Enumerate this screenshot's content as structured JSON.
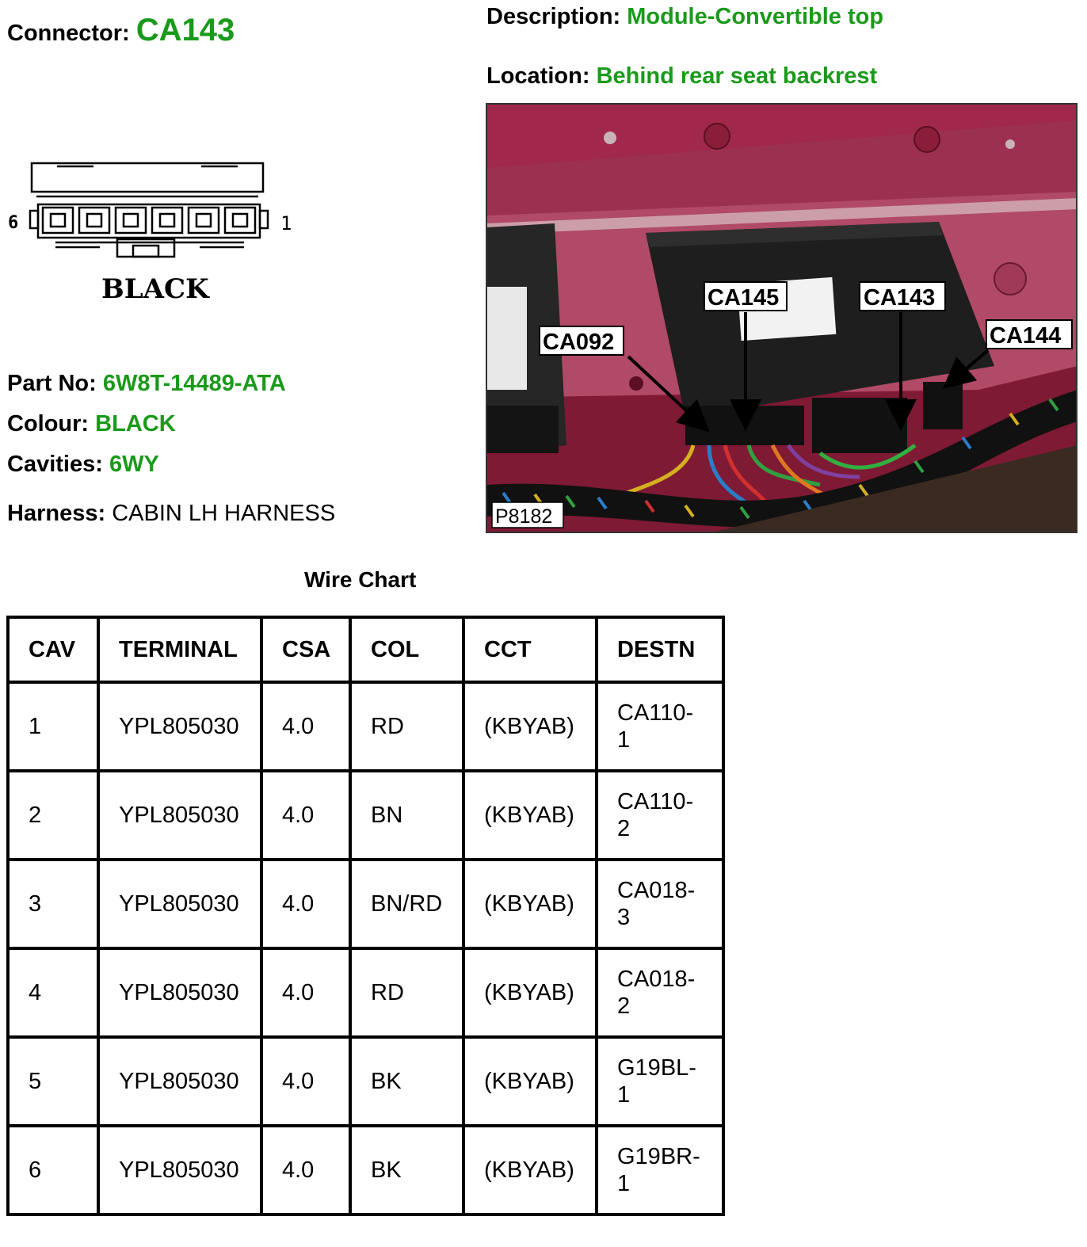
{
  "header": {
    "connector_label": "Connector:",
    "connector_value": "CA143",
    "description_label": "Description:",
    "description_value": "Module-Convertible top",
    "location_label": "Location:",
    "location_value": "Behind rear seat backrest"
  },
  "diagram": {
    "pin_left": "6",
    "pin_right": "1",
    "colour_text": "BLACK"
  },
  "details": {
    "part_no_label": "Part No:",
    "part_no_value": "6W8T-14489-ATA",
    "colour_label": "Colour:",
    "colour_value": "BLACK",
    "cavities_label": "Cavities:",
    "cavities_value": "6WY",
    "harness_label": "Harness:",
    "harness_value": "CABIN LH HARNESS"
  },
  "photo": {
    "labels": [
      "CA145",
      "CA143",
      "CA092",
      "CA144"
    ],
    "ref": "P8182"
  },
  "wire_chart": {
    "title": "Wire Chart",
    "columns": [
      "CAV",
      "TERMINAL",
      "CSA",
      "COL",
      "CCT",
      "DESTN"
    ],
    "rows": [
      [
        "1",
        "YPL805030",
        "4.0",
        "RD",
        "(KBYAB)",
        "CA110-\n1"
      ],
      [
        "2",
        "YPL805030",
        "4.0",
        "BN",
        "(KBYAB)",
        "CA110-\n2"
      ],
      [
        "3",
        "YPL805030",
        "4.0",
        "BN/RD",
        "(KBYAB)",
        "CA018-\n3"
      ],
      [
        "4",
        "YPL805030",
        "4.0",
        "RD",
        "(KBYAB)",
        "CA018-\n2"
      ],
      [
        "5",
        "YPL805030",
        "4.0",
        "BK",
        "(KBYAB)",
        "G19BL-\n1"
      ],
      [
        "6",
        "YPL805030",
        "4.0",
        "BK",
        "(KBYAB)",
        "G19BR-\n1"
      ]
    ]
  },
  "colors": {
    "accent_green": "#1a9a1a",
    "panel_red": "#8e1a3a",
    "module_black": "#1e1e1e"
  }
}
